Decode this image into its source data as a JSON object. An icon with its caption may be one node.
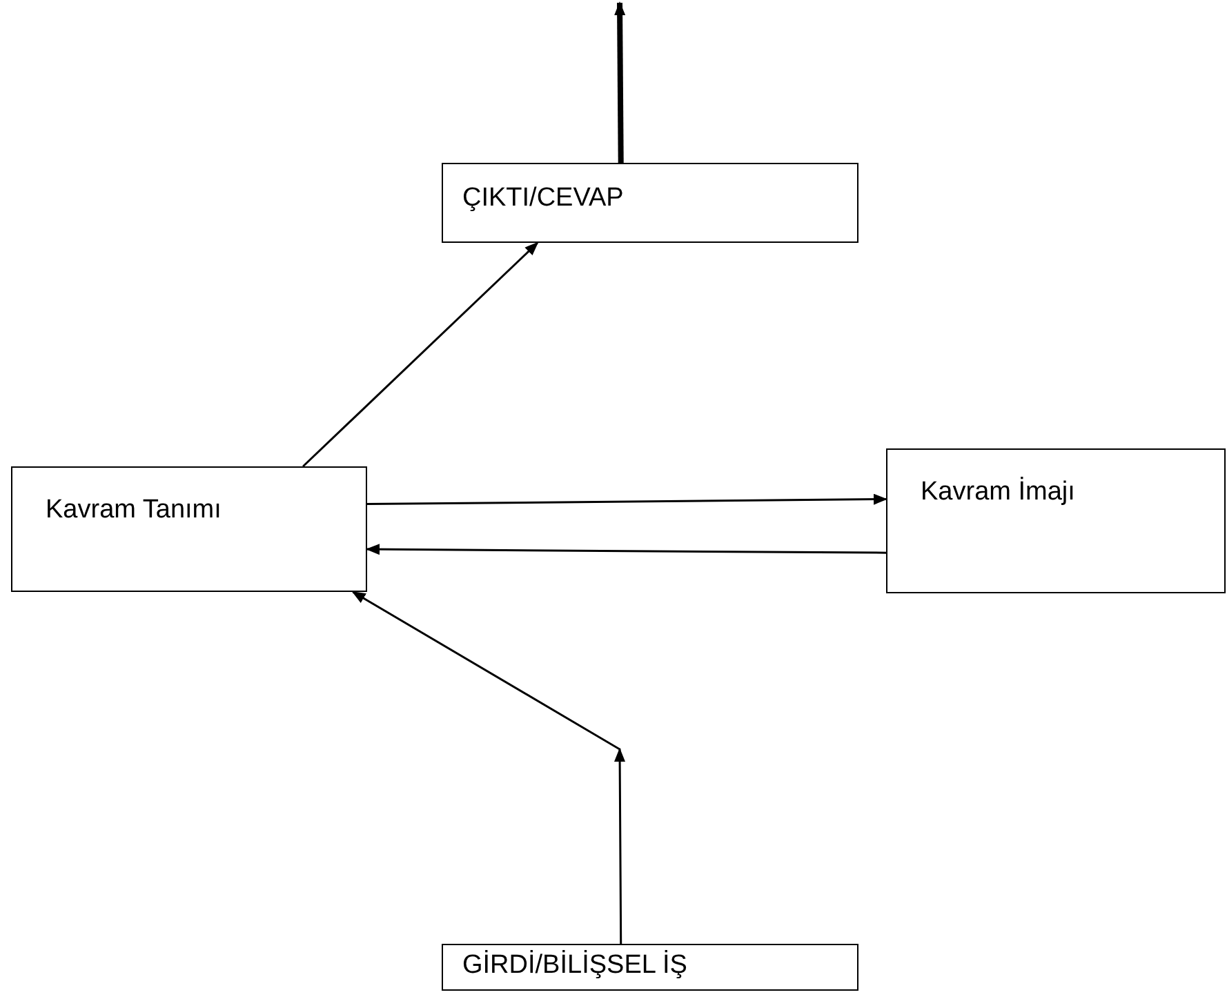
{
  "diagram": {
    "nodes": [
      {
        "text": [
          "ÇIKTI/CEVAP"
        ]
      },
      {
        "text": [
          "Kavram Tanımı"
        ]
      },
      {
        "text": [
          "Kavram İmajı"
        ]
      },
      {
        "text": [
          "GİRDİ/BİLİŞSEL İŞ"
        ]
      }
    ],
    "edges": [
      {
        "from": 0,
        "to": null,
        "arrow": "to",
        "style": "thick"
      },
      {
        "from": 1,
        "to": 0,
        "arrow": "to"
      },
      {
        "from": 1,
        "to": 2,
        "arrow": "to"
      },
      {
        "from": 2,
        "to": 1,
        "arrow": "to"
      },
      {
        "from": 3,
        "to": 1,
        "arrow": "to"
      }
    ]
  }
}
